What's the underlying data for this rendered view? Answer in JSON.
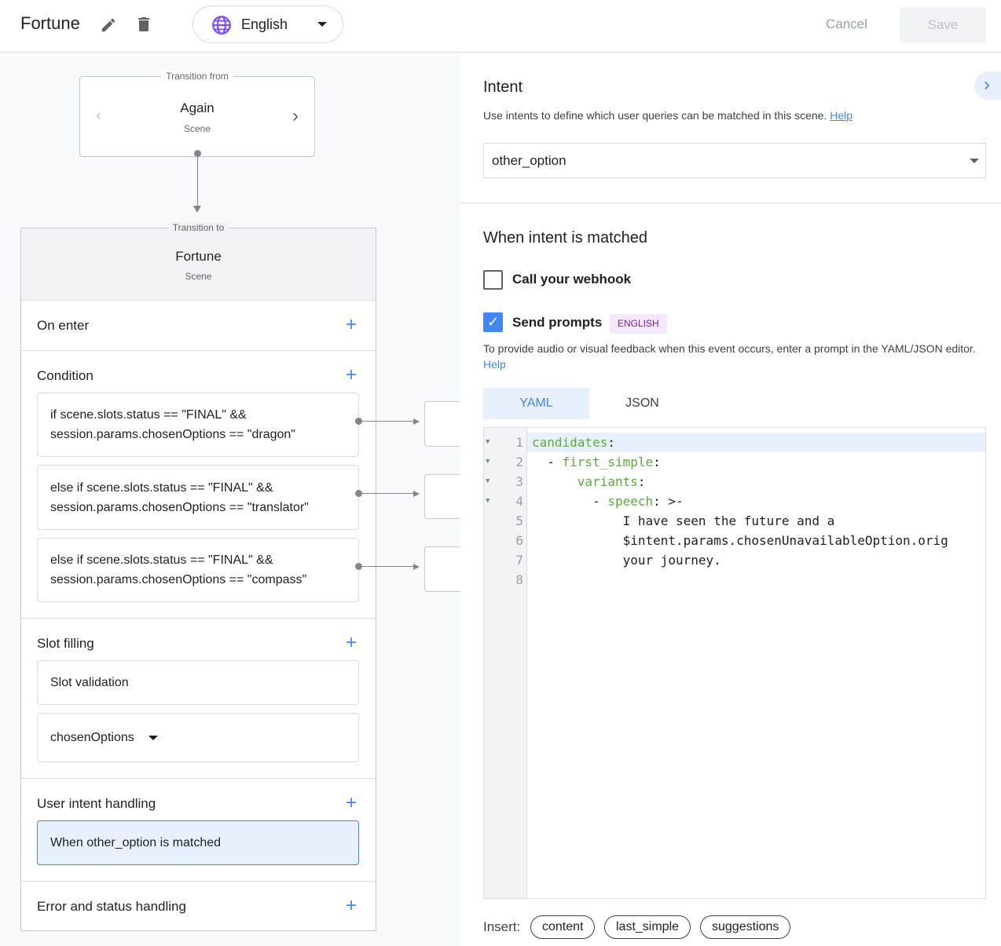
{
  "header": {
    "title": "Fortune",
    "language": "English",
    "cancel": "Cancel",
    "save": "Save"
  },
  "flow": {
    "from_legend": "Transition from",
    "from_name": "Again",
    "from_type": "Scene",
    "to_legend": "Transition to",
    "to_name": "Fortune",
    "to_type": "Scene",
    "on_enter": "On enter",
    "condition": "Condition",
    "conditions": [
      {
        "line1": "if scene.slots.status == \"FINAL\" &&",
        "line2": "session.params.chosenOptions == \"dragon\""
      },
      {
        "line1": "else if scene.slots.status == \"FINAL\" &&",
        "line2": "session.params.chosenOptions == \"translator\""
      },
      {
        "line1": "else if scene.slots.status == \"FINAL\" &&",
        "line2": "session.params.chosenOptions == \"compass\""
      }
    ],
    "slot_filling": "Slot filling",
    "slot_validation": "Slot validation",
    "slot_name": "chosenOptions",
    "user_intent": "User intent handling",
    "intent_item": "When other_option is matched",
    "error": "Error and status handling"
  },
  "panel": {
    "intent_title": "Intent",
    "intent_desc": "Use intents to define which user queries can be matched in this scene.",
    "help": "Help",
    "intent_value": "other_option",
    "matched_title": "When intent is matched",
    "webhook_label": "Call your webhook",
    "webhook_checked": false,
    "prompts_label": "Send prompts",
    "prompts_checked": true,
    "prompts_badge": "ENGLISH",
    "prompts_desc": "To provide audio or visual feedback when this event occurs, enter a prompt in the YAML/JSON editor.",
    "tabs": [
      "YAML",
      "JSON"
    ],
    "active_tab": "YAML",
    "code": [
      {
        "n": "1",
        "key": "candidates",
        "rest": ":",
        "indent": "",
        "fold": true
      },
      {
        "n": "2",
        "key": "first_simple",
        "rest": ":",
        "indent": "  - ",
        "fold": true
      },
      {
        "n": "3",
        "key": "variants",
        "rest": ":",
        "indent": "      ",
        "fold": true
      },
      {
        "n": "4",
        "key": "speech",
        "rest": ": >-",
        "indent": "        - ",
        "fold": true
      },
      {
        "n": "5",
        "key": "",
        "rest": "I have seen the future and a",
        "indent": "            ",
        "fold": false
      },
      {
        "n": "6",
        "key": "",
        "rest": "$intent.params.chosenUnavailableOption.orig",
        "indent": "            ",
        "fold": false
      },
      {
        "n": "7",
        "key": "",
        "rest": "your journey.",
        "indent": "            ",
        "fold": false
      },
      {
        "n": "8",
        "key": "",
        "rest": "",
        "indent": "",
        "fold": false
      }
    ],
    "insert_label": "Insert:",
    "insert_chips": [
      "content",
      "last_simple",
      "suggestions"
    ]
  },
  "colors": {
    "accent": "#4285f4",
    "globe": "#7c4dff",
    "badge_bg": "#f3e8fd",
    "badge_text": "#7b1fa2"
  }
}
